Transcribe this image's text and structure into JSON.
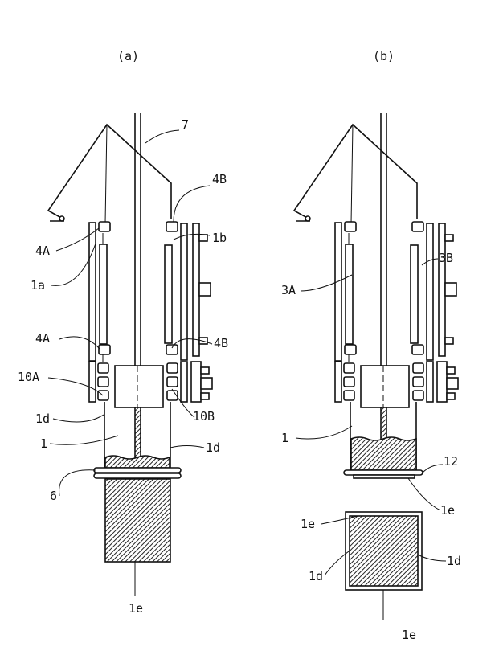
{
  "panels": {
    "a": {
      "caption": "(a)",
      "labels": {
        "rod": "7",
        "chuck_b_top": "4B",
        "chuck_a_top": "4A",
        "plate_b": "1b",
        "plate_a": "1a",
        "chuck_a_bottom": "4A",
        "chuck_b_bottom": "4B",
        "clamp_a": "10A",
        "clamp_b": "10B",
        "wall_left": "1d",
        "melt": "1",
        "wall_right": "1d",
        "ring": "6",
        "bottom": "1e"
      }
    },
    "b": {
      "caption": "(b)",
      "labels": {
        "heater_b": "3B",
        "heater_a": "3A",
        "melt": "1",
        "plate": "12",
        "edge_top_right": "1e",
        "edge_top_left": "1e",
        "side_right": "1d",
        "side_left": "1d",
        "bottom": "1e"
      }
    }
  }
}
